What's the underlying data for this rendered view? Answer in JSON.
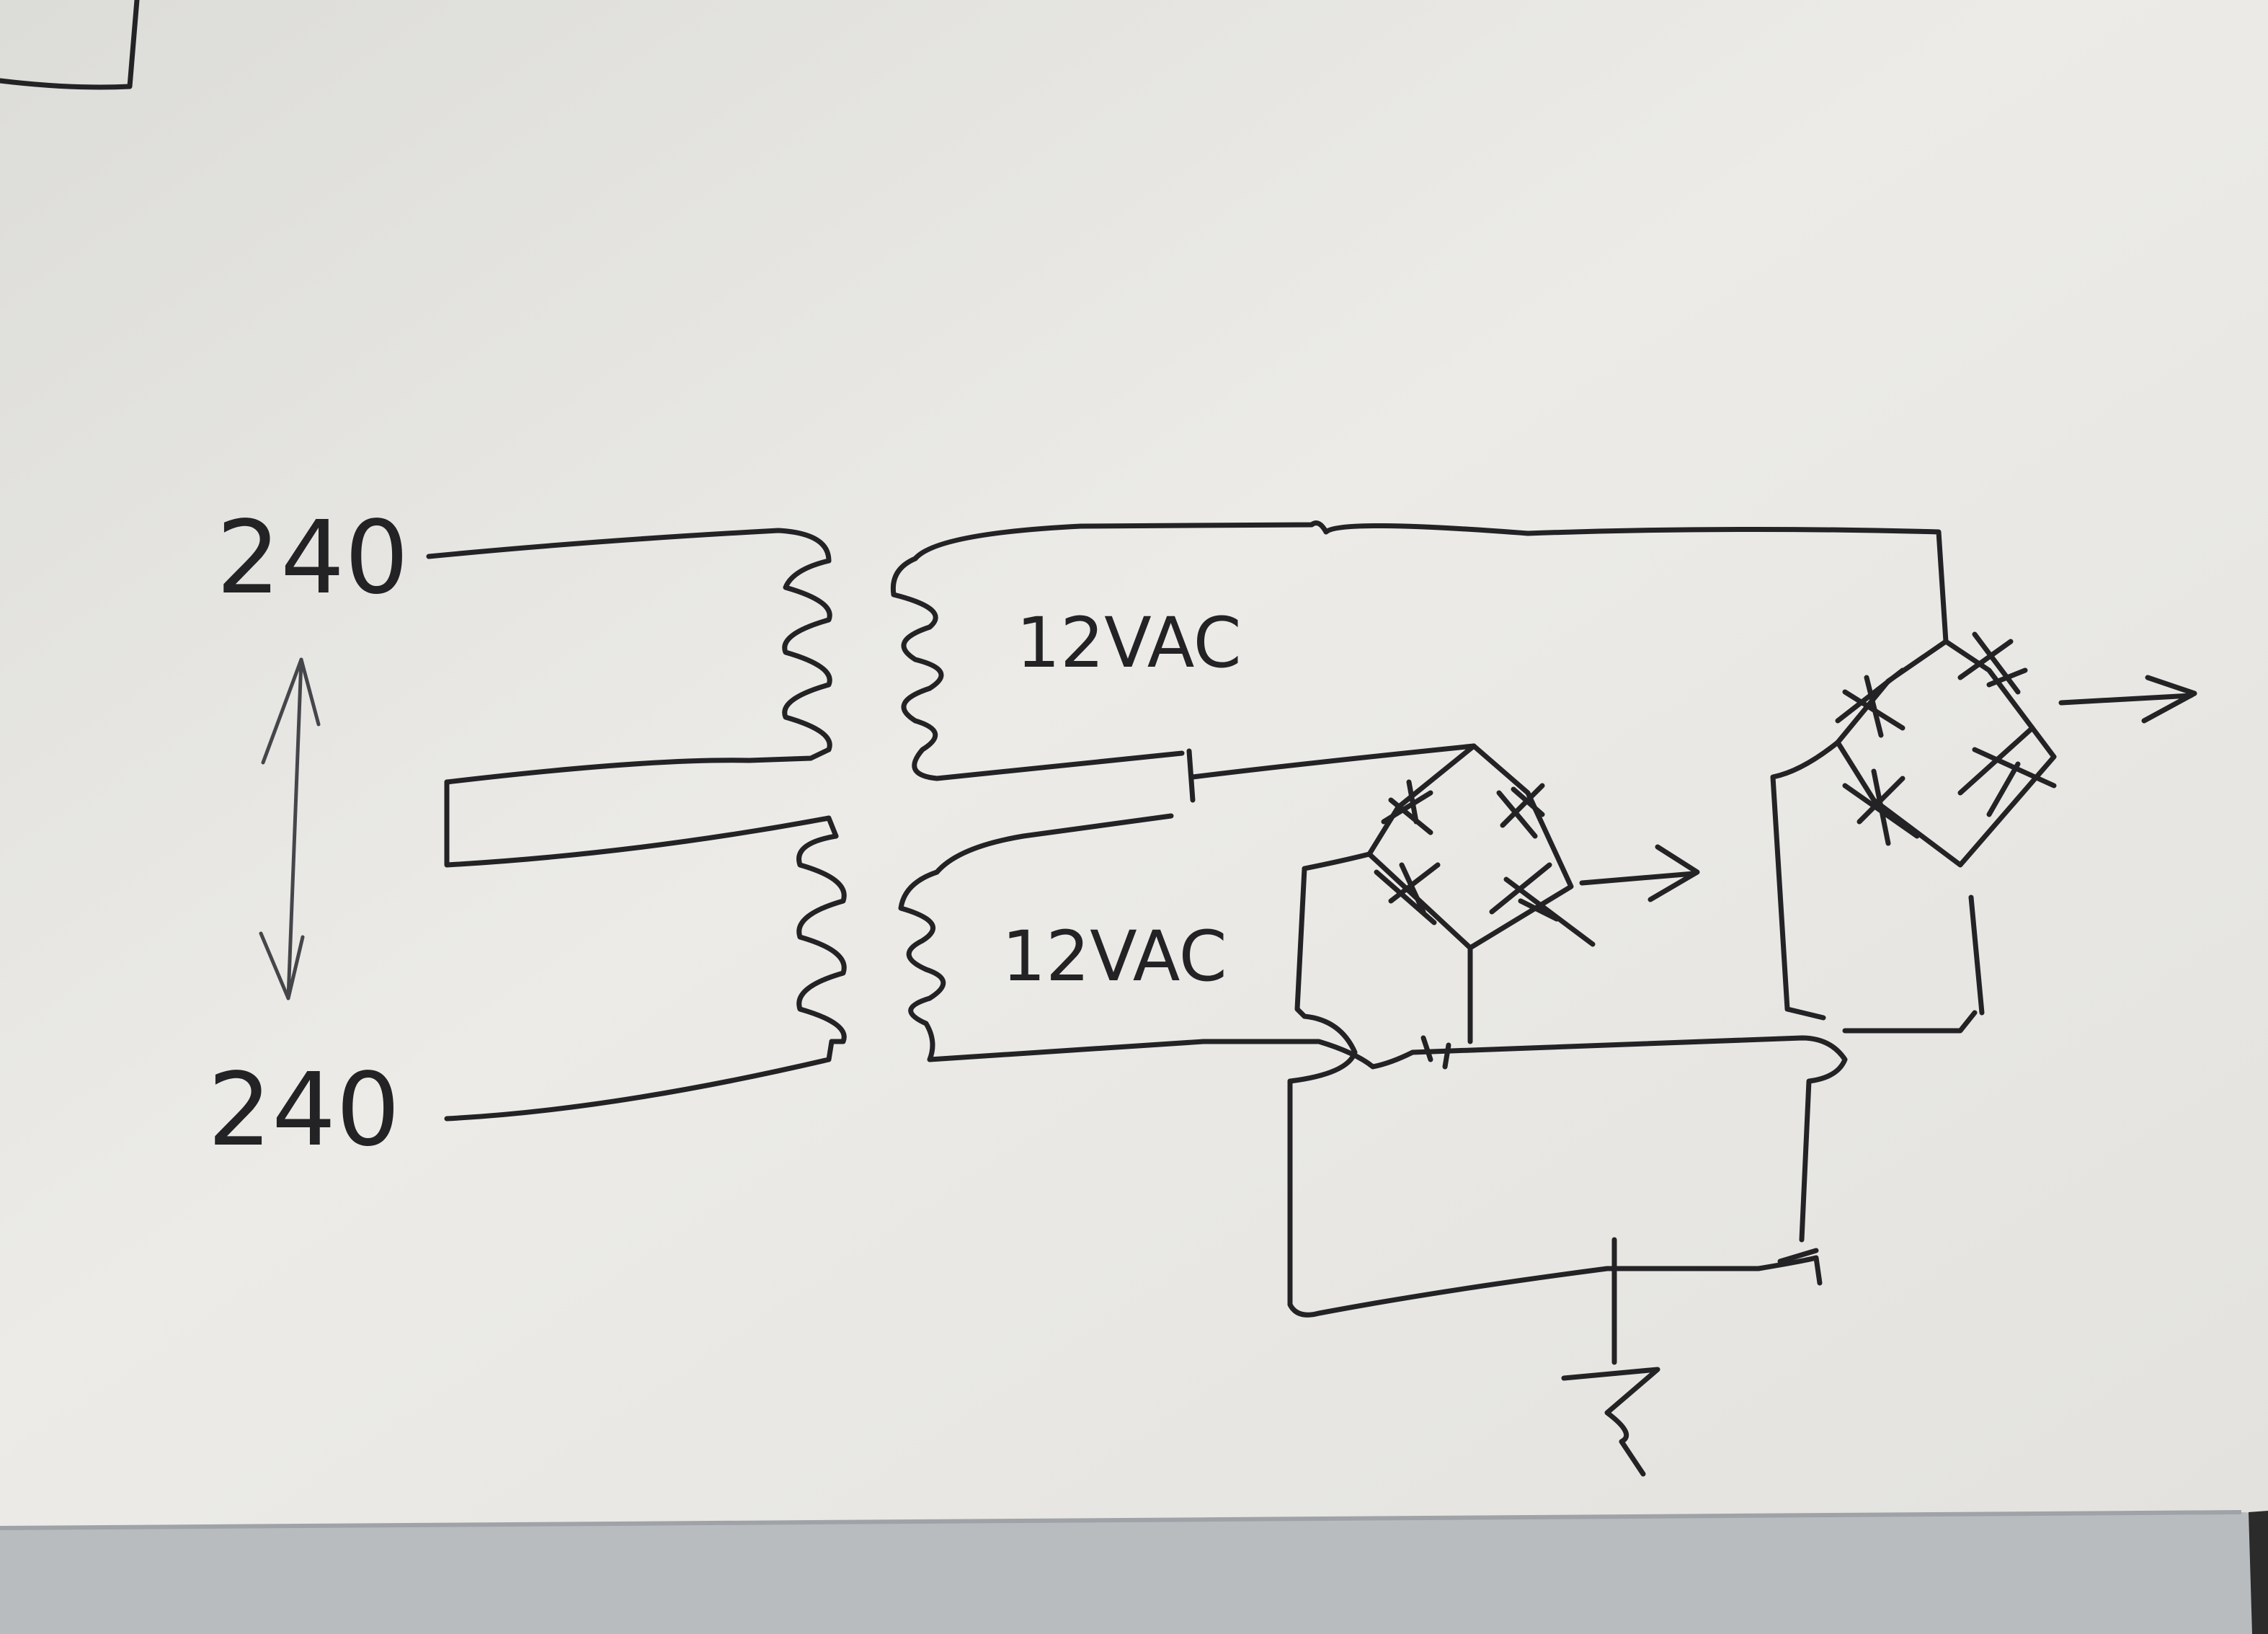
{
  "labels": {
    "top_voltage": "240",
    "bottom_voltage": "240",
    "upper_secondary": "12VAC",
    "lower_secondary": "12VAC"
  },
  "colors": {
    "paper": "#e9e8e4",
    "ink": "#232325",
    "table_edge": "#b9bcbf"
  }
}
